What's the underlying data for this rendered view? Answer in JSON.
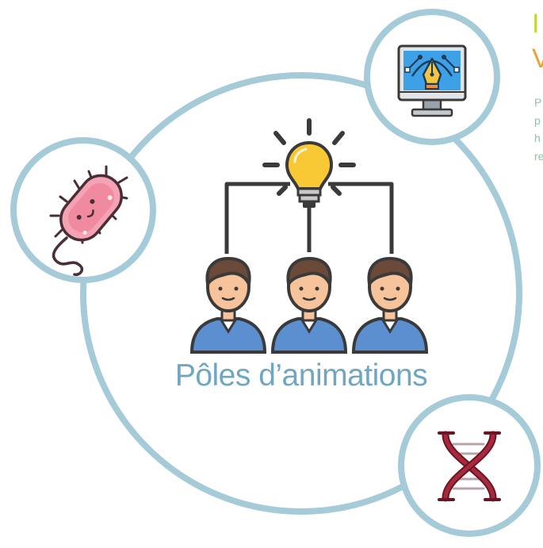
{
  "hub": {
    "title": "Pôles d’animations",
    "ring_color": "#a5cad8"
  },
  "satellites": [
    {
      "name": "bacteria",
      "icon": "bacteria-icon"
    },
    {
      "name": "design-computer",
      "icon": "pen-tool-monitor-icon"
    },
    {
      "name": "dna",
      "icon": "dna-icon"
    }
  ],
  "center_illustration": {
    "icon": "team-idea-lightbulb-icon"
  },
  "side_panel": {
    "heading_line1": "I",
    "heading_line2": "V",
    "text_lines": [
      "P",
      "p",
      "h",
      "re"
    ]
  },
  "colors": {
    "title": "#6fa6c2",
    "heading_line1": "#c6d23a",
    "heading_line2": "#e6a43a",
    "side_text": "#8cc4a6"
  }
}
